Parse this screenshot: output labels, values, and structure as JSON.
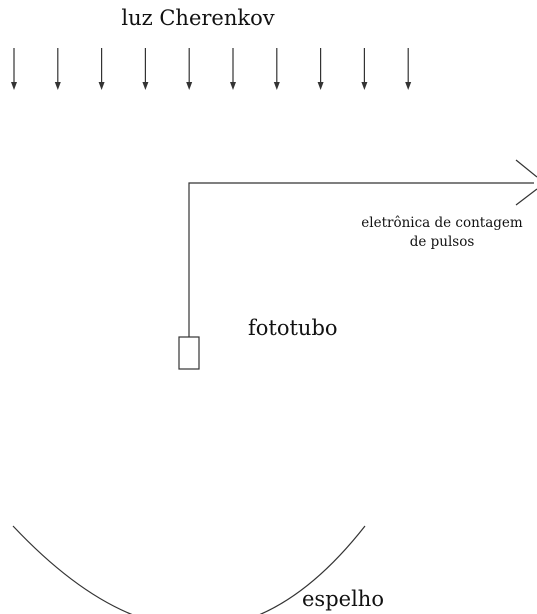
{
  "labels": {
    "light": "luz Cherenkov",
    "electronics_line1": "eletrônica de contagem",
    "electronics_line2": "de pulsos",
    "phototube": "fototubo",
    "mirror": "espelho"
  },
  "incident_ray_count": 10,
  "colors": {
    "stroke": "#333333",
    "text": "#111111"
  }
}
